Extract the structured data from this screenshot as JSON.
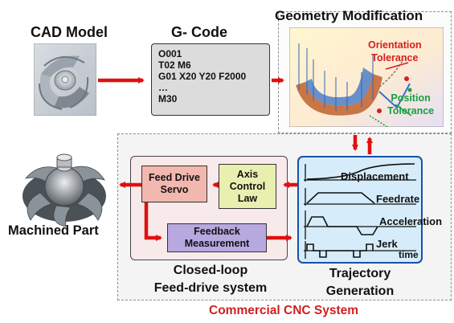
{
  "cad": {
    "title": "CAD Model"
  },
  "gcode": {
    "title": "G- Code",
    "lines": [
      "O001",
      "T02 M6",
      "G01 X20 Y20 F2000",
      "…",
      "M30"
    ]
  },
  "geometry": {
    "title": "Geometry Modification",
    "orientation_tolerance": [
      "Orientation",
      "Tolerance"
    ],
    "position_tolerance": [
      "Position",
      "Tolerance"
    ]
  },
  "machined": {
    "title": "Machined Part"
  },
  "feed_drive": {
    "servo": [
      "Feed Drive",
      "Servo"
    ],
    "axis": [
      "Axis",
      "Control",
      "Law"
    ],
    "feedback": [
      "Feedback",
      "Measurement"
    ],
    "caption": [
      "Closed-loop",
      "Feed-drive system"
    ]
  },
  "trajectory": {
    "signals": [
      "Displacement",
      "Feedrate",
      "Acceleration",
      "Jerk"
    ],
    "time_label": "time",
    "caption": [
      "Trajectory",
      "Generation"
    ]
  },
  "system": {
    "title": "Commercial CNC System"
  },
  "colors": {
    "arrow": "#e01010",
    "servo_fill": "#f2b8b0",
    "axis_fill": "#e8f0b0",
    "feedback_fill": "#b8a8e0",
    "traj_fill": "#d6ecfa",
    "traj_border": "#1a4fa8",
    "commercial_text": "#d02020",
    "orientation_text": "#d42020",
    "position_text": "#15a040"
  },
  "icons": [
    "cad-model-image",
    "machined-part-image",
    "geometry-toolpath-image"
  ]
}
